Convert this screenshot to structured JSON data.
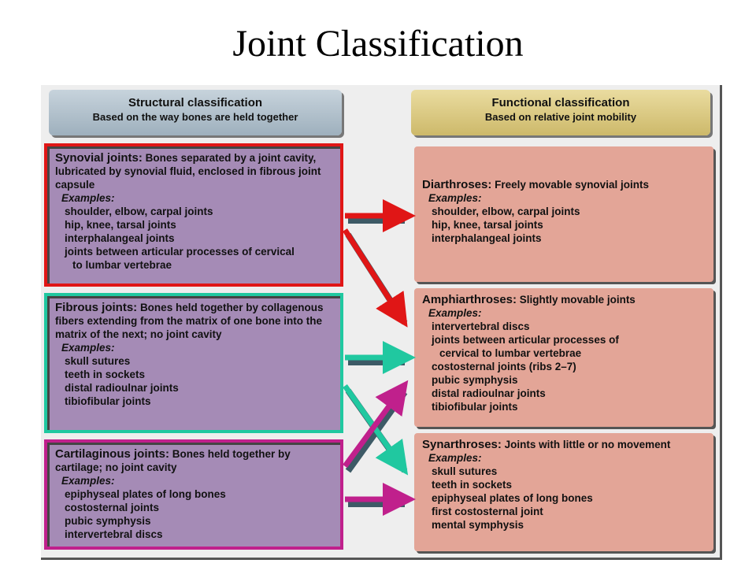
{
  "title": "Joint Classification",
  "structural_header": {
    "title": "Structural classification",
    "subtitle": "Based on the way bones are held together"
  },
  "functional_header": {
    "title": "Functional classification",
    "subtitle": "Based on relative joint mobility"
  },
  "structural": [
    {
      "name": "Synovial joints:",
      "desc": "Bones separated by a joint cavity, lubricated by synovial fluid, enclosed in fibrous joint capsule",
      "examples_label": "Examples:",
      "examples": [
        "shoulder, elbow, carpal joints",
        "hip, knee, tarsal joints",
        "interphalangeal joints",
        "joints between articular processes of cervical",
        "to lumbar vertebrae"
      ]
    },
    {
      "name": "Fibrous joints:",
      "desc": "Bones held together by collagenous fibers extending from the matrix of one bone into the matrix of the next; no joint cavity",
      "examples_label": "Examples:",
      "examples": [
        "skull sutures",
        "teeth in sockets",
        "distal radioulnar joints",
        "tibiofibular joints"
      ]
    },
    {
      "name": "Cartilaginous joints:",
      "desc": "Bones held together by cartilage; no joint cavity",
      "examples_label": "Examples:",
      "examples": [
        "epiphyseal plates of long bones",
        "costosternal joints",
        "pubic symphysis",
        "intervertebral discs"
      ]
    }
  ],
  "functional": [
    {
      "name": "Diarthroses:",
      "desc": "Freely movable synovial joints",
      "examples_label": "Examples:",
      "examples": [
        "shoulder, elbow, carpal joints",
        "hip, knee, tarsal joints",
        "interphalangeal joints"
      ]
    },
    {
      "name": "Amphiarthroses:",
      "desc": "Slightly movable joints",
      "examples_label": "Examples:",
      "examples": [
        "intervertebral discs",
        "joints between articular processes of",
        "cervical to lumbar vertebrae",
        "costosternal joints (ribs 2–7)",
        "pubic symphysis",
        "distal radioulnar joints",
        "tibiofibular joints"
      ]
    },
    {
      "name": "Synarthroses:",
      "desc": "Joints with little or no movement",
      "examples_label": "Examples:",
      "examples": [
        "skull sutures",
        "teeth in sockets",
        "epiphyseal plates of long bones",
        "first costosternal joint",
        "mental symphysis"
      ]
    }
  ],
  "colors": {
    "synovial": "#e01616",
    "fibrous": "#20c8a0",
    "cartilaginous": "#c0208c"
  }
}
